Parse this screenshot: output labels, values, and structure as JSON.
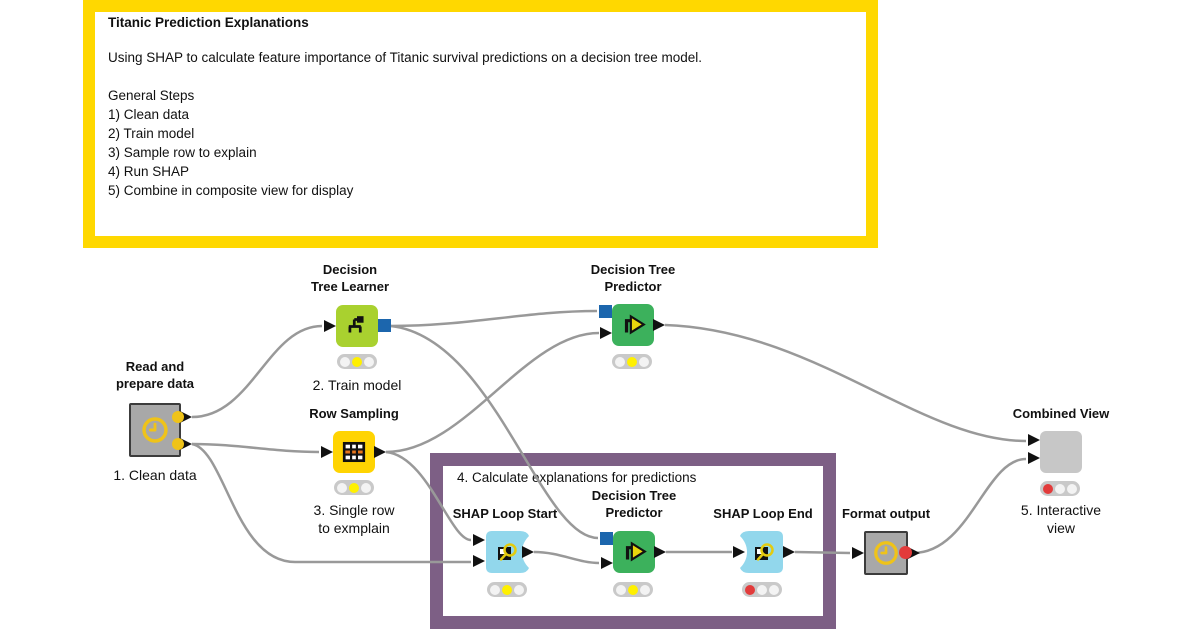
{
  "note": {
    "title": "Titanic Prediction Explanations",
    "body": "Using SHAP  to calculate feature importance of Titanic survival predictions on a decision tree model.\n\nGeneral Steps\n1) Clean data\n2) Train model\n3) Sample row to explain\n4) Run SHAP\n5) Combine in composite view for display"
  },
  "group_box": {
    "label": "4. Calculate explanations for predictions"
  },
  "nodes": {
    "read": {
      "name": "Read and\nprepare data",
      "sublabel": "1. Clean data",
      "icon": "clock-icon",
      "kind": "component"
    },
    "learner": {
      "name": "Decision\nTree Learner",
      "sublabel": "2. Train model",
      "icon": "decision-tree-icon",
      "kind": "learner",
      "lights": {
        "l1": "dot off",
        "l2": "dot yellow",
        "l3": "dot off"
      }
    },
    "row_sampling": {
      "name": "Row Sampling",
      "sublabel": "3. Single row\nto exmplain",
      "icon": "table-sampling-icon",
      "kind": "manipulator",
      "lights": {
        "l1": "dot off",
        "l2": "dot yellow",
        "l3": "dot off"
      }
    },
    "predictor_top": {
      "name": "Decision Tree\nPredictor",
      "icon": "predictor-icon",
      "kind": "predictor",
      "lights": {
        "l1": "dot off",
        "l2": "dot yellow",
        "l3": "dot off"
      }
    },
    "loop_start": {
      "name": "SHAP Loop Start",
      "icon": "shap-magnifier-icon",
      "kind": "loop-start",
      "lights": {
        "l1": "dot off",
        "l2": "dot yellow",
        "l3": "dot off"
      }
    },
    "predictor_loop": {
      "name": "Decision Tree\nPredictor",
      "icon": "predictor-icon",
      "kind": "predictor",
      "lights": {
        "l1": "dot off",
        "l2": "dot yellow",
        "l3": "dot off"
      }
    },
    "loop_end": {
      "name": "SHAP Loop End",
      "icon": "shap-magnifier-icon",
      "kind": "loop-end",
      "lights": {
        "l1": "dot red",
        "l2": "dot off",
        "l3": "dot off"
      }
    },
    "format": {
      "name": "Format output",
      "icon": "clock-icon",
      "kind": "component"
    },
    "combined": {
      "name": "Combined View",
      "sublabel": "5. Interactive\nview",
      "kind": "metanode",
      "lights": {
        "l1": "dot red",
        "l2": "dot off",
        "l3": "dot off"
      }
    }
  },
  "connections": [
    {
      "from": "read.out1",
      "to": "learner.in1"
    },
    {
      "from": "read.out2",
      "to": "row_sampling.in1"
    },
    {
      "from": "read.out2",
      "to": "loop_start.in2"
    },
    {
      "from": "learner.out1",
      "to": "predictor_top.model_in"
    },
    {
      "from": "learner.out1",
      "to": "predictor_loop.model_in"
    },
    {
      "from": "row_sampling.out1",
      "to": "predictor_top.data_in"
    },
    {
      "from": "row_sampling.out1",
      "to": "loop_start.in1"
    },
    {
      "from": "loop_start.out1",
      "to": "predictor_loop.data_in"
    },
    {
      "from": "predictor_loop.out1",
      "to": "loop_end.in1"
    },
    {
      "from": "loop_end.out1",
      "to": "format.in1"
    },
    {
      "from": "format.out1",
      "to": "combined.in2"
    },
    {
      "from": "predictor_top.out1",
      "to": "combined.in1"
    }
  ],
  "colors": {
    "annotation_yellow": "#FFD800",
    "group_purple": "#7D5F85",
    "learner_lime": "#A9D12F",
    "predictor_green": "#3CB15C",
    "sampling_yellow": "#FFD402",
    "loop_blue": "#92D7EC",
    "component_gray": "#A8A8A8",
    "metanode_gray": "#C7C7C7",
    "model_port_blue": "#1C66AD",
    "wire_gray": "#999999",
    "clock_gold": "#EFC319",
    "light_yellow": "#FFF000",
    "light_red": "#E23B3B"
  }
}
